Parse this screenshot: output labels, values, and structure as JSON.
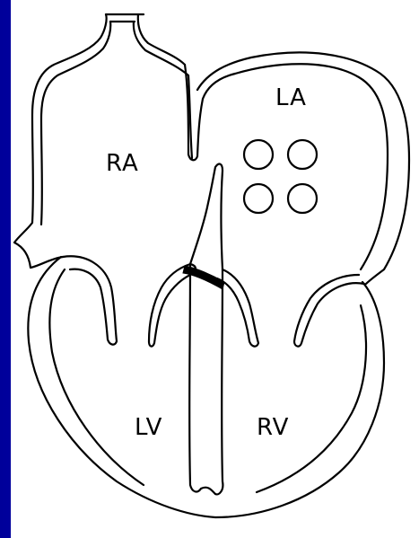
{
  "diagram": {
    "labels": {
      "ra": "RA",
      "la": "LA",
      "lv": "LV",
      "rv": "RV"
    },
    "pulmonary_vein_openings": 4,
    "colors": {
      "frame": "#0000b0",
      "background": "#ffffff",
      "line": "#000000"
    },
    "icons": {
      "venous_openings": "circle-outline"
    }
  }
}
